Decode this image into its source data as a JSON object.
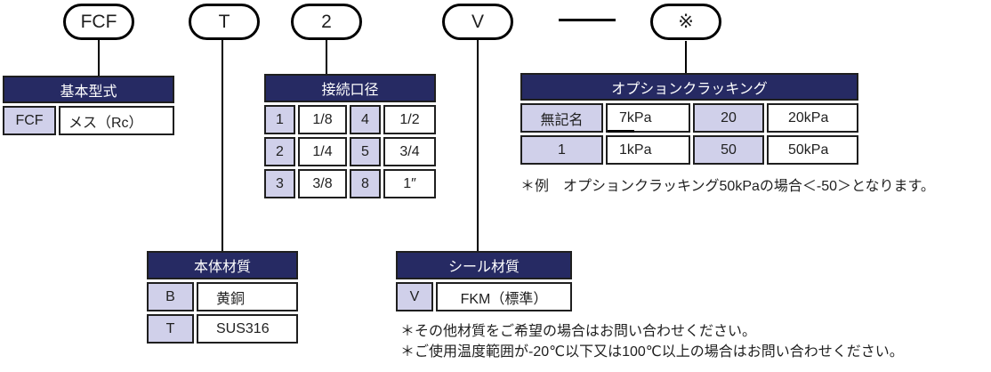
{
  "diagram": {
    "code_bubbles": [
      {
        "label": "FCF"
      },
      {
        "label": "T"
      },
      {
        "label": "2"
      },
      {
        "label": "V"
      },
      {
        "label": "※"
      }
    ],
    "separator": "—"
  },
  "tables": {
    "basic_model": {
      "title": "基本型式",
      "rows": [
        {
          "code": "FCF",
          "value": "メス（Rc）"
        }
      ]
    },
    "connection_size": {
      "title": "接続口径",
      "rows": [
        {
          "code1": "1",
          "value1": "1/8",
          "code2": "4",
          "value2": "1/2"
        },
        {
          "code1": "2",
          "value1": "1/4",
          "code2": "5",
          "value2": "3/4"
        },
        {
          "code1": "3",
          "value1": "3/8",
          "code2": "8",
          "value2": "1″"
        }
      ]
    },
    "body_material": {
      "title": "本体材質",
      "rows": [
        {
          "code": "B",
          "value": "黄銅"
        },
        {
          "code": "T",
          "value": "SUS316"
        }
      ]
    },
    "seal_material": {
      "title": "シール材質",
      "rows": [
        {
          "code": "V",
          "value": "FKM（標準）"
        }
      ]
    },
    "option_cracking": {
      "title": "オプションクラッキング",
      "rows": [
        {
          "code1": "無記名",
          "value1": "7kPa",
          "code2": "20",
          "value2": "20kPa"
        },
        {
          "code1": "1",
          "value1": "1kPa",
          "code2": "50",
          "value2": "50kPa"
        }
      ]
    }
  },
  "notes": {
    "cracking_example": "＊例　オプションクラッキング50kPaの場合＜-50＞となります。",
    "material_note": "＊その他材質をご希望の場合はお問い合わせください。",
    "temperature_note": "＊ご使用温度範囲が-20℃以下又は100℃以上の場合はお問い合わせください。"
  },
  "colors": {
    "header_bg": "#262a63",
    "header_text": "#ffffff",
    "code_cell_bg": "#d0d0ea",
    "value_cell_bg": "#ffffff",
    "border": "#1f1f1f",
    "line": "#000000"
  }
}
